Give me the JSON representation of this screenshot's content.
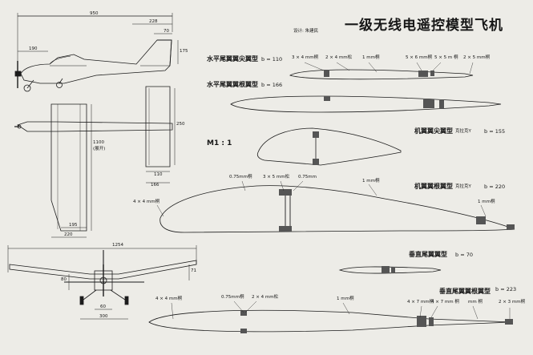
{
  "title": "一级无线电遥控模型飞机",
  "designer": "设计: 朱建民",
  "scale_label": "M1 : 1",
  "dimensions": {
    "overall_length": "950",
    "tail_228": "228",
    "tail_70": "70",
    "nose_190": "190",
    "fin_height_175": "175",
    "span_1100": "1100",
    "span_note": "(展开)",
    "stab_250": "250",
    "stab_110": "110",
    "stab_166": "166",
    "root_195": "195",
    "root_220": "220",
    "front_span_1254": "1254",
    "front_80": "80",
    "front_71": "71",
    "gear_60": "60",
    "gear_300": "300"
  },
  "sections": {
    "hstab_tip": {
      "name": "水平尾翼翼尖翼型",
      "b": "b = 110"
    },
    "hstab_root": {
      "name": "水平尾翼翼根翼型",
      "b": "b = 166"
    },
    "wing_tip": {
      "name": "机翼翼尖翼型",
      "note": "克拉克Y",
      "b": "b = 155"
    },
    "wing_root": {
      "name": "机翼翼根翼型",
      "note": "克拉克Y",
      "b": "b = 220"
    },
    "vfin_tip": {
      "name": "垂直尾翼翼型",
      "b": "b = 70"
    },
    "vfin_root": {
      "name": "垂直尾翼翼根翼型",
      "b": "b = 223"
    }
  },
  "notes": {
    "hs_1": "3 × 4 mm桐",
    "hs_2": "2 × 4 mm松",
    "hs_3": "1 mm桐",
    "hs_4": "5 × 6 mm桐",
    "hs_5": "5 × 5 m 桐",
    "hs_6": "2 × 5 mm桐",
    "wr_1": "0.75mm桐",
    "wr_2": "3 × 5 mm松",
    "wr_3": "0.75mm",
    "wr_4": "1 mm桐",
    "wr_5": "4 × 4 mm桐",
    "wr_6": "1 mm桐",
    "vf_1": "4 × 4 mm桐",
    "vf_2": "0.75mm桐",
    "vf_3": "2 × 4 mm松",
    "vf_4": "1 mm桐",
    "vf_5": "4 × 7 mm桐",
    "vf_6": "4 × 7 mm 桐",
    "vf_7": "mm 桐",
    "vf_8": "2 × 3 mm桐"
  }
}
